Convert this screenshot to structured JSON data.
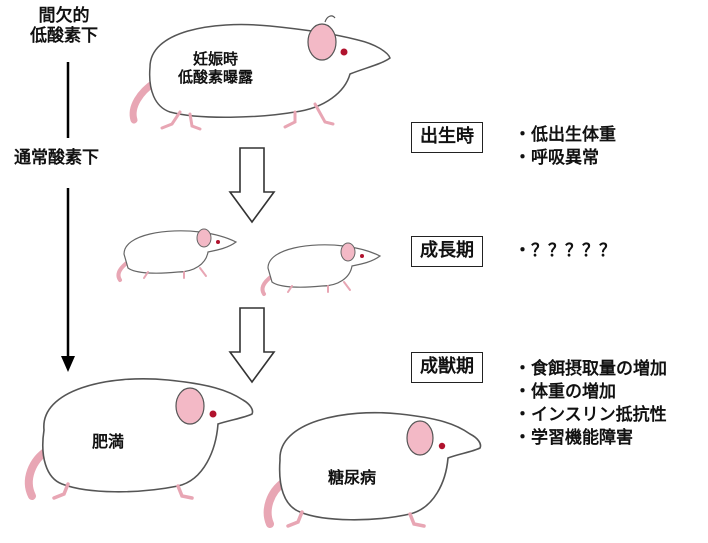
{
  "left_axis": {
    "top_label_line1": "間欠的",
    "top_label_line2": "低酸素下",
    "bottom_label": "通常酸素下"
  },
  "pregnant_rat": {
    "label_line1": "妊娠時",
    "label_line2": "低酸素曝露"
  },
  "stages": [
    {
      "name": "出生時",
      "items": [
        "・低出生体重",
        "・呼吸異常"
      ]
    },
    {
      "name": "成長期",
      "items": [
        "・？？？？？"
      ]
    },
    {
      "name": "成獣期",
      "items": [
        "・食餌摂取量の増加",
        "・体重の増加",
        "・インスリン抵抗性",
        "・学習機能障害"
      ]
    }
  ],
  "adult_rats": {
    "obesity_label": "肥満",
    "diabetes_label": "糖尿病"
  },
  "colors": {
    "rat_body": "#ffffff",
    "rat_outline": "#555555",
    "rat_pink": "#e8a6b4",
    "rat_eye": "#b0122d",
    "ear_inner": "#f3b9c6"
  }
}
